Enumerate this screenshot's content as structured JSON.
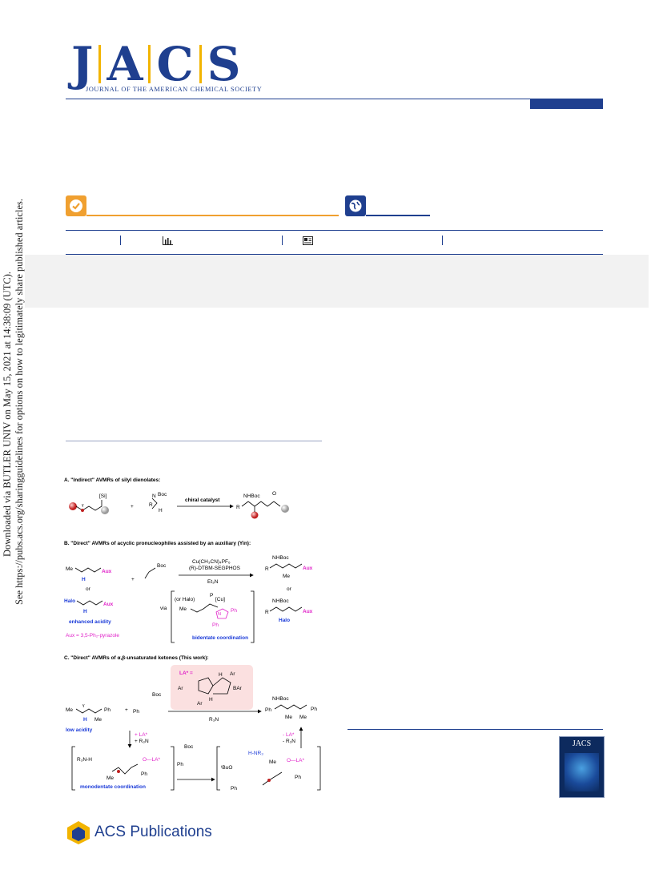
{
  "journal": {
    "logo_letters": [
      "J",
      "A",
      "C",
      "S"
    ],
    "subtitle": "JOURNAL OF THE AMERICAN CHEMICAL SOCIETY"
  },
  "side_notice": {
    "line1": "Downloaded via BUTLER UNIV on May 15, 2021 at 14:38:09 (UTC).",
    "line2": "See https://pubs.acs.org/sharingguidelines for options on how to legitimately share published articles."
  },
  "icons": {
    "open_access": "checkmark-icon",
    "globe": "globe-icon",
    "metrics": "bar-chart-icon",
    "article": "article-icon"
  },
  "colors": {
    "navy": "#1f3f8f",
    "gold": "#f2b400",
    "orange": "#f0a030",
    "magenta": "#e020c8",
    "blue": "#1a3ad8"
  },
  "scheme": {
    "A": {
      "title": "A. \"Indirect\" AVMRs of silyl dienolates:",
      "silyl": "[Si]",
      "imine_group": "Boc",
      "imine_N": "N",
      "imine_R": "R",
      "imine_H": "H",
      "gamma": "γ",
      "plus": "+",
      "catalyst": "chiral catalyst",
      "product_group": "NHBoc",
      "product_R": "R",
      "product_O": "O"
    },
    "B": {
      "title": "B. \"Direct\" AVMRs of acyclic pronucleophiles assisted by an auxiliary (Yin):",
      "me": "Me",
      "gamma": "γ",
      "h": "H",
      "aux": "Aux",
      "or": "or",
      "halo": "Halo",
      "enhanced": "enhanced acidity",
      "aux_def": "Aux = 3,5-Ph₂-pyrazole",
      "cond1": "Cu(CH₃CN)₄PF₆",
      "cond2": "(R)-DTBM-SEGPHOS",
      "cond3": "Et₃N",
      "via": "via",
      "or_halo": "(or Halo)",
      "cu": "[Cu]",
      "p": "P",
      "ph": "Ph",
      "n": "N",
      "bidentate": "bidentate coordination",
      "product_group": "NHBoc",
      "product_r": "R",
      "product_me": "Me",
      "product_halo": "Halo"
    },
    "C": {
      "title": "C. \"Direct\" AVMRs of α,β-unsaturated ketones (This work):",
      "la_label": "LA* =",
      "ar": "Ar",
      "h": "H",
      "ar2b": "Ar",
      "bar2": "BAr",
      "me": "Me",
      "ph": "Ph",
      "gamma": "γ",
      "low_acidity": "low acidity",
      "r3n": "R₃N",
      "plus_la": "+ LA*",
      "plus_r3n": "+ R₃N",
      "minus_la": "- LA*",
      "minus_r3n": "- R₃N",
      "r3nh": "R₃N-H",
      "ola": "O—LA*",
      "mono": "monodentate coordination",
      "boc": "Boc",
      "hnr3": "H-NR₃",
      "tbuo": "ᵗBuO",
      "product_group": "NHBoc"
    }
  },
  "cover": {
    "title": "JACS"
  },
  "footer": {
    "publisher": "ACS Publications"
  }
}
